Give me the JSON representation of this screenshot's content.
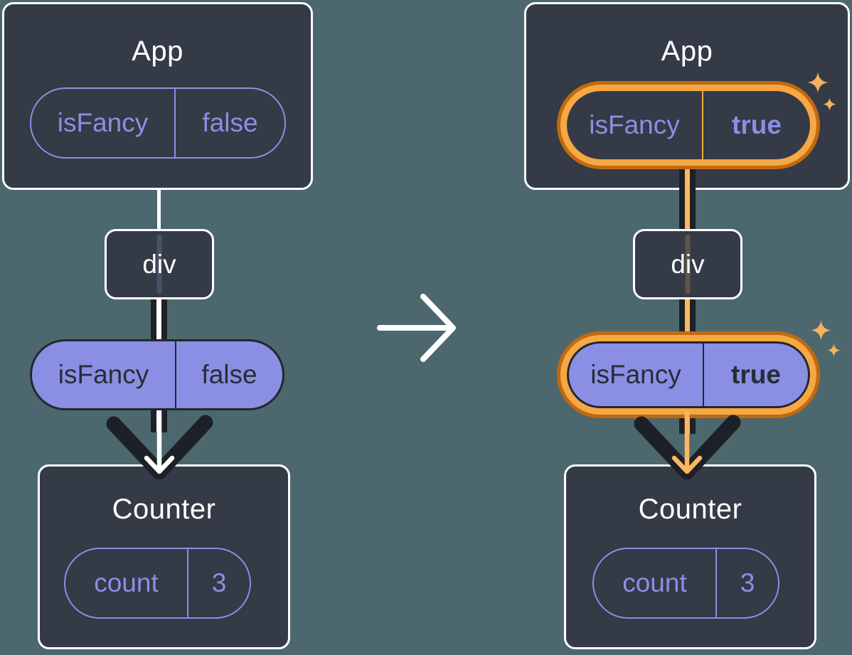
{
  "colors": {
    "background": "#4C686E",
    "component_fill": "#343A46",
    "component_border": "#FFFFFF",
    "purple": "#8A8FE4",
    "dark_text": "#282D36",
    "arrow_black": "#1D2127",
    "highlight_ring_outer": "#C2690F",
    "highlight_ring_inner": "#F5A843",
    "highlight_core": "#FBB763",
    "sparkle": "#F6B25C"
  },
  "before": {
    "app": {
      "title": "App",
      "state": {
        "name": "isFancy",
        "value": "false"
      }
    },
    "div_node": {
      "label": "div"
    },
    "prop": {
      "name": "isFancy",
      "value": "false"
    },
    "counter": {
      "title": "Counter",
      "state": {
        "name": "count",
        "value": "3"
      }
    }
  },
  "after": {
    "app": {
      "title": "App",
      "state": {
        "name": "isFancy",
        "value": "true"
      }
    },
    "div_node": {
      "label": "div"
    },
    "prop": {
      "name": "isFancy",
      "value": "true"
    },
    "counter": {
      "title": "Counter",
      "state": {
        "name": "count",
        "value": "3"
      }
    }
  }
}
